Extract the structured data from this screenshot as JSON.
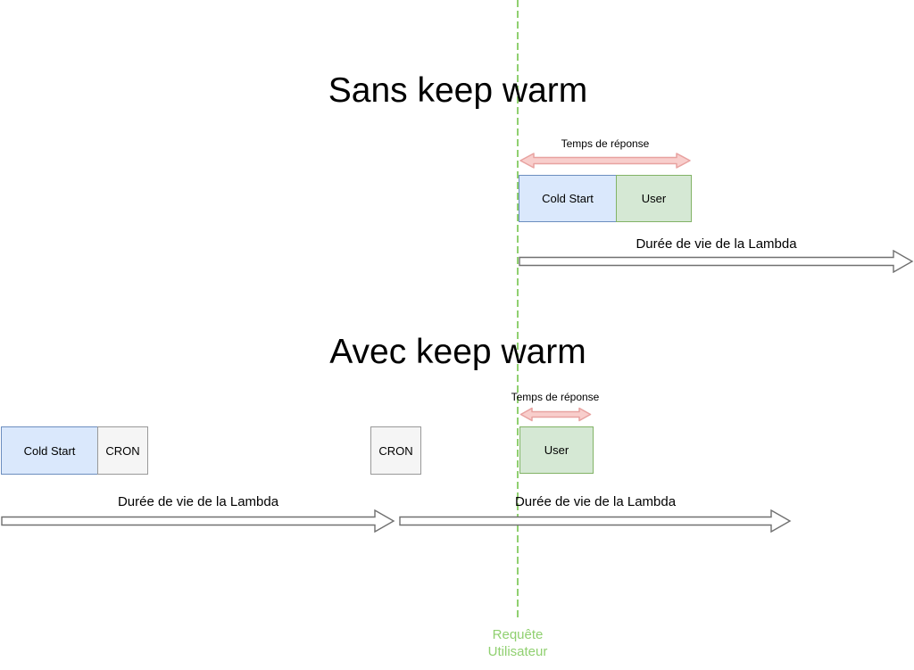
{
  "sections": {
    "without_keep_warm": {
      "title": "Sans keep warm",
      "response_time_label": "Temps de réponse",
      "boxes": {
        "cold_start": "Cold Start",
        "user": "User"
      },
      "lifetime_label": "Durée de vie de la Lambda"
    },
    "with_keep_warm": {
      "title": "Avec keep warm",
      "response_time_label": "Temps de réponse",
      "boxes": {
        "cold_start": "Cold Start",
        "cron_1": "CRON",
        "cron_2": "CRON",
        "user": "User"
      },
      "lifetime_label_left": "Durée de vie de la Lambda",
      "lifetime_label_right": "Durée de vie de la Lambda"
    }
  },
  "request_marker": {
    "line1": "Requête",
    "line2": "Utilisateur"
  },
  "colors": {
    "cold_start_fill": "#dae8fc",
    "cold_start_border": "#6c8ebf",
    "user_fill": "#d5e8d4",
    "user_border": "#82b366",
    "cron_fill": "#f5f5f5",
    "cron_border": "#999999",
    "response_arrow_fill": "#f8cecc",
    "response_arrow_border": "#e8a2a0",
    "request_green": "#90d070",
    "lifetime_arrow_stroke": "#707070"
  }
}
